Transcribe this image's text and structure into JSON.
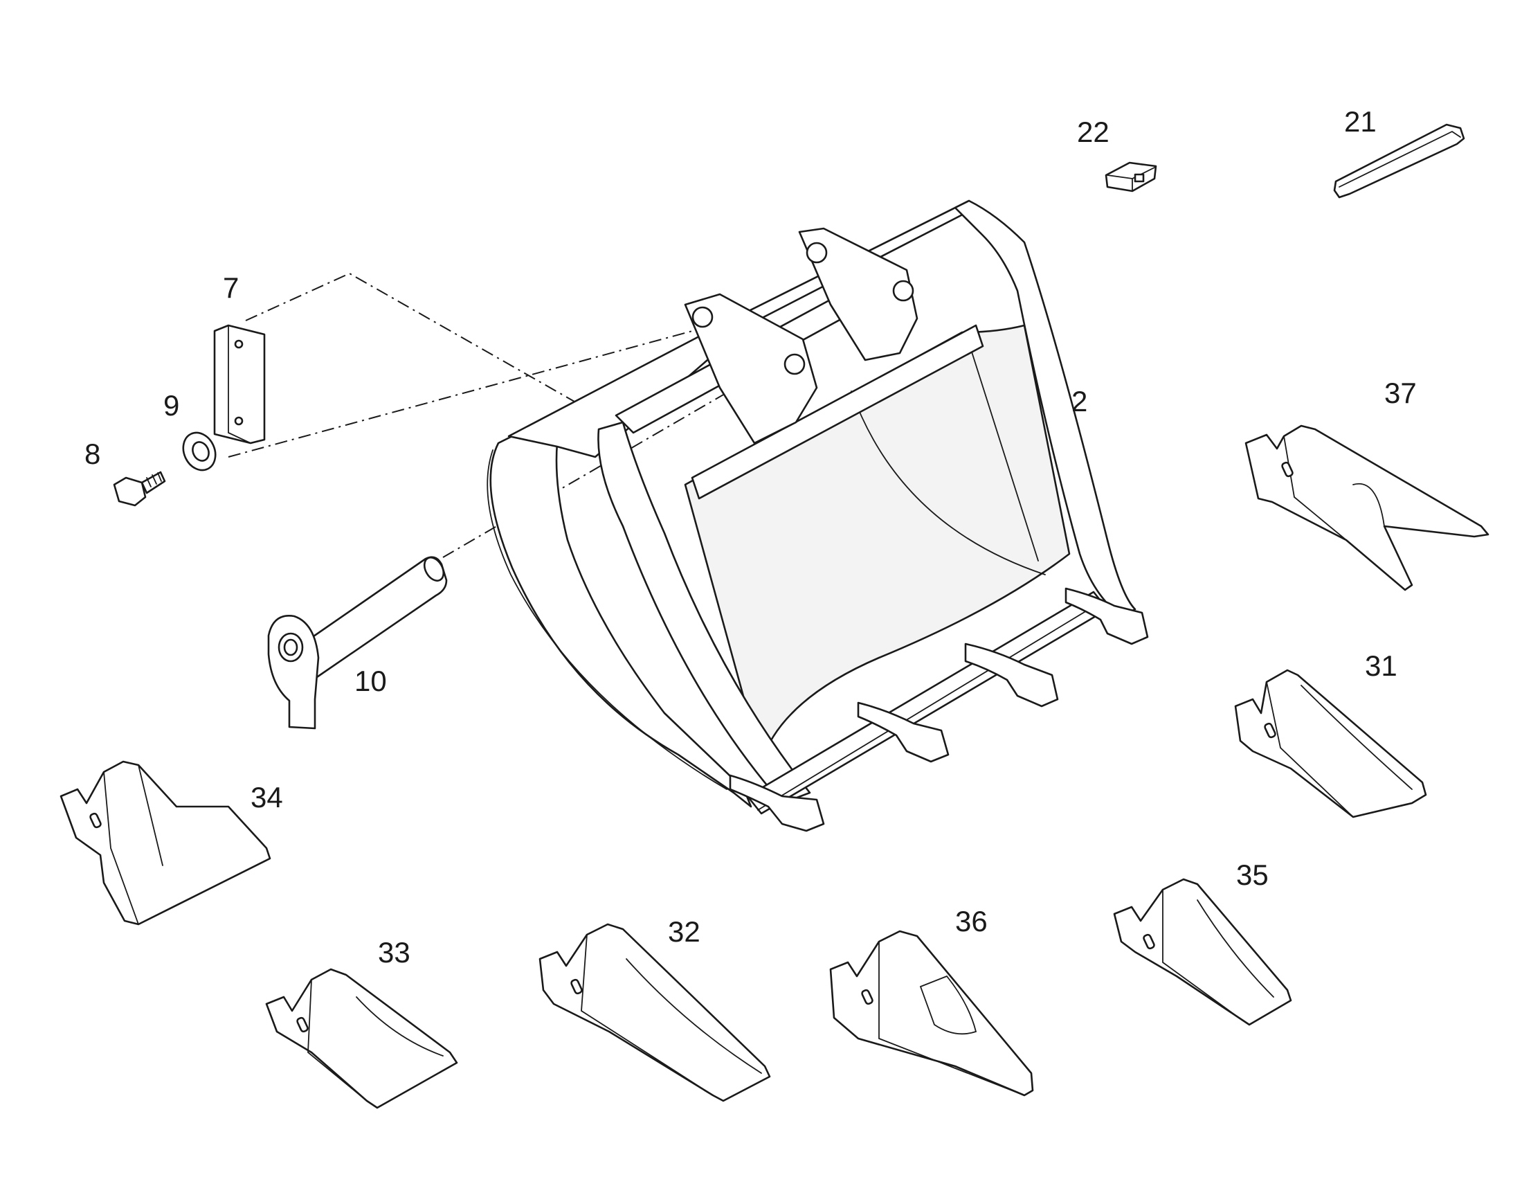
{
  "callouts": {
    "c2": "2",
    "c7": "7",
    "c8": "8",
    "c9": "9",
    "c10": "10",
    "c21": "21",
    "c22": "22",
    "c31": "31",
    "c32": "32",
    "c33": "33",
    "c34": "34",
    "c35": "35",
    "c36": "36",
    "c37": "37"
  }
}
